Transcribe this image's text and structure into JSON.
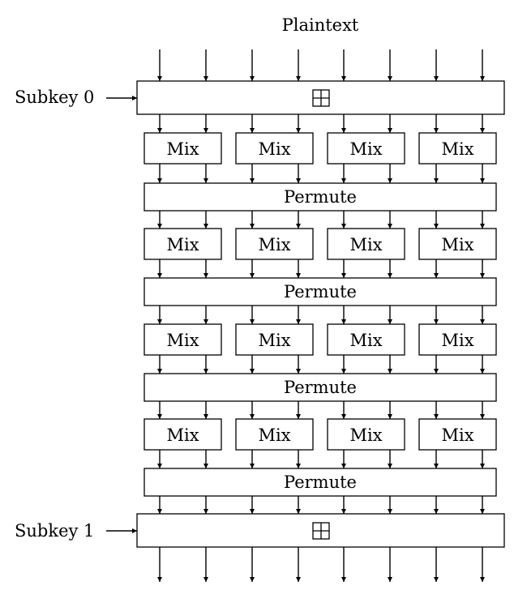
{
  "diagram": {
    "input_label": "Plaintext",
    "subkeys": [
      {
        "label": "Subkey 0"
      },
      {
        "label": "Subkey 1"
      }
    ],
    "key_op_icon": "boxed-plus-icon",
    "mix_label": "Mix",
    "permute_label": "Permute",
    "rounds": 4,
    "mix_boxes_per_round": 4,
    "wires": 8
  }
}
